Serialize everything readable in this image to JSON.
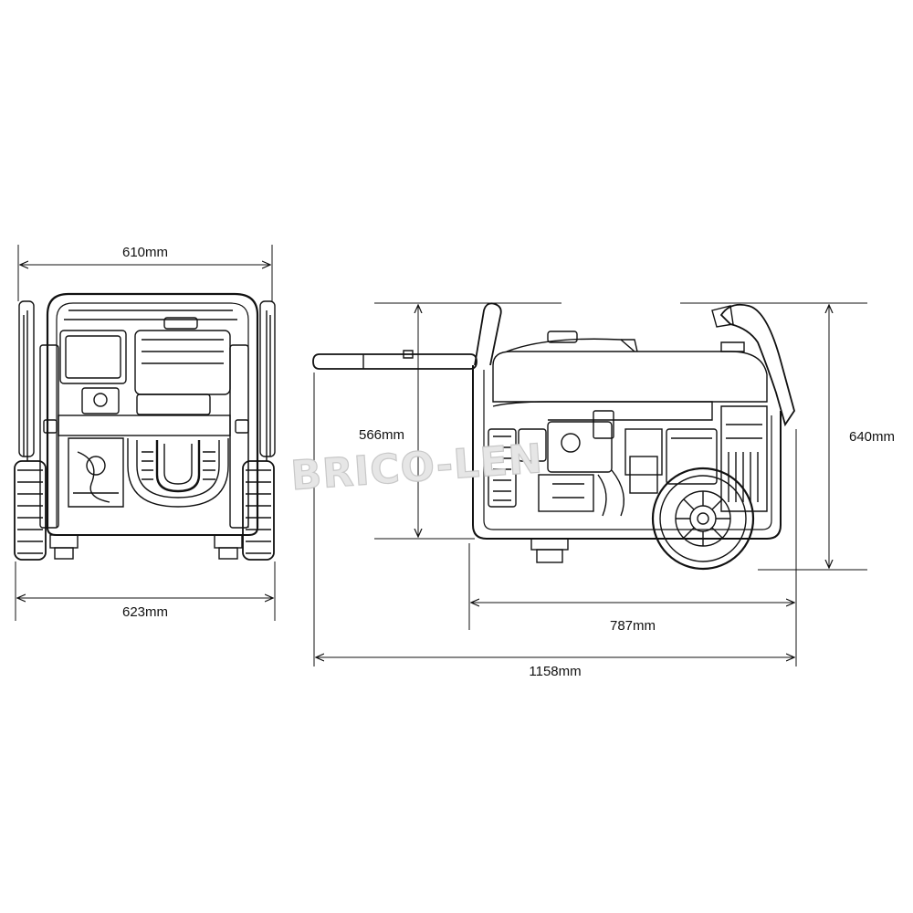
{
  "dimensions": {
    "front_top_width": "610mm",
    "front_bottom_width": "623mm",
    "side_frame_height": "566mm",
    "side_total_height": "640mm",
    "side_frame_length": "787mm",
    "side_total_length": "1158mm"
  },
  "watermark": {
    "text": "BRICO-LEN"
  },
  "colors": {
    "line": "#111111",
    "background": "#ffffff",
    "watermark_fill": "#e6e6e6",
    "watermark_stroke": "#c8c8c8"
  },
  "icons": {
    "front_view": "generator-front-view-drawing",
    "side_view": "generator-side-view-drawing"
  }
}
